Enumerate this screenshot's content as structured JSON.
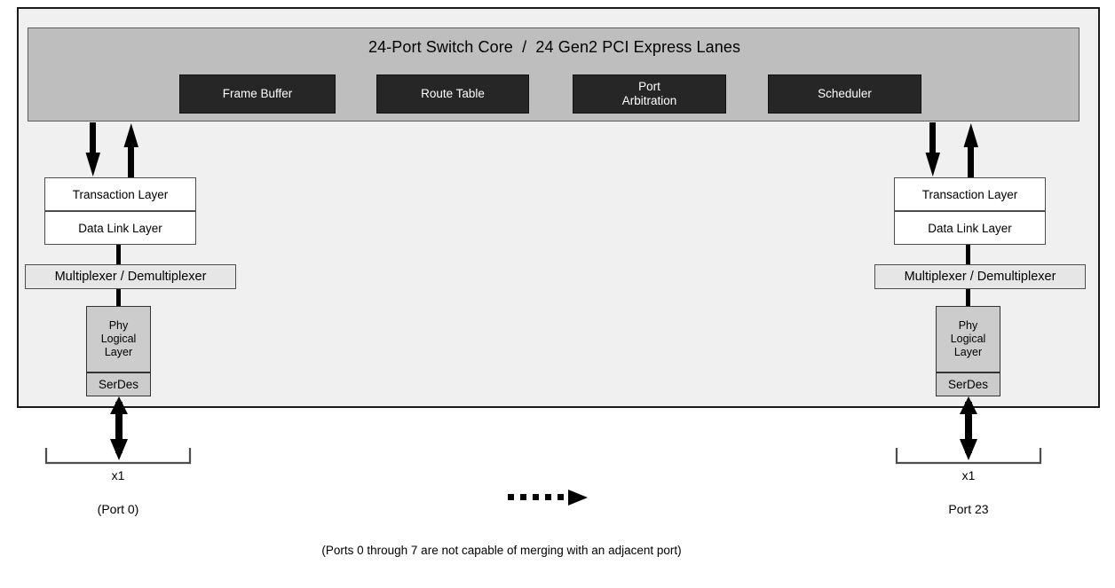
{
  "diagram": {
    "core": {
      "title": "24-Port Switch Core  /  24 Gen2 PCI Express Lanes",
      "blocks": [
        {
          "label": "Frame Buffer",
          "name": "frame-buffer"
        },
        {
          "label": "Route Table",
          "name": "route-table"
        },
        {
          "label": "Port\nArbitration",
          "name": "port-arbitration"
        },
        {
          "label": "Scheduler",
          "name": "scheduler"
        }
      ]
    },
    "ports": [
      {
        "id": "port-0",
        "transaction_layer": "Transaction Layer",
        "data_link_layer": "Data Link Layer",
        "mux": "Multiplexer / Demultiplexer",
        "phy": "Phy\nLogical\nLayer",
        "serdes": "SerDes",
        "lane_width": "x1",
        "port_label": "(Port 0)"
      },
      {
        "id": "port-23",
        "transaction_layer": "Transaction Layer",
        "data_link_layer": "Data Link Layer",
        "mux": "Multiplexer / Demultiplexer",
        "phy": "Phy\nLogical\nLayer",
        "serdes": "SerDes",
        "lane_width": "x1",
        "port_label": "Port 23"
      }
    ],
    "footnote": "(Ports 0 through 7 are not capable of merging with an adjacent port)",
    "colors": {
      "core_fill": "#bebebe",
      "chip_fill": "#f0f0f0",
      "block_fill": "#262626",
      "block_text": "#ffffff",
      "mux_fill": "#e6e6e6",
      "phy_fill": "#cccccc",
      "layer_fill": "#ffffff",
      "outline": "#1a1a1a"
    }
  }
}
